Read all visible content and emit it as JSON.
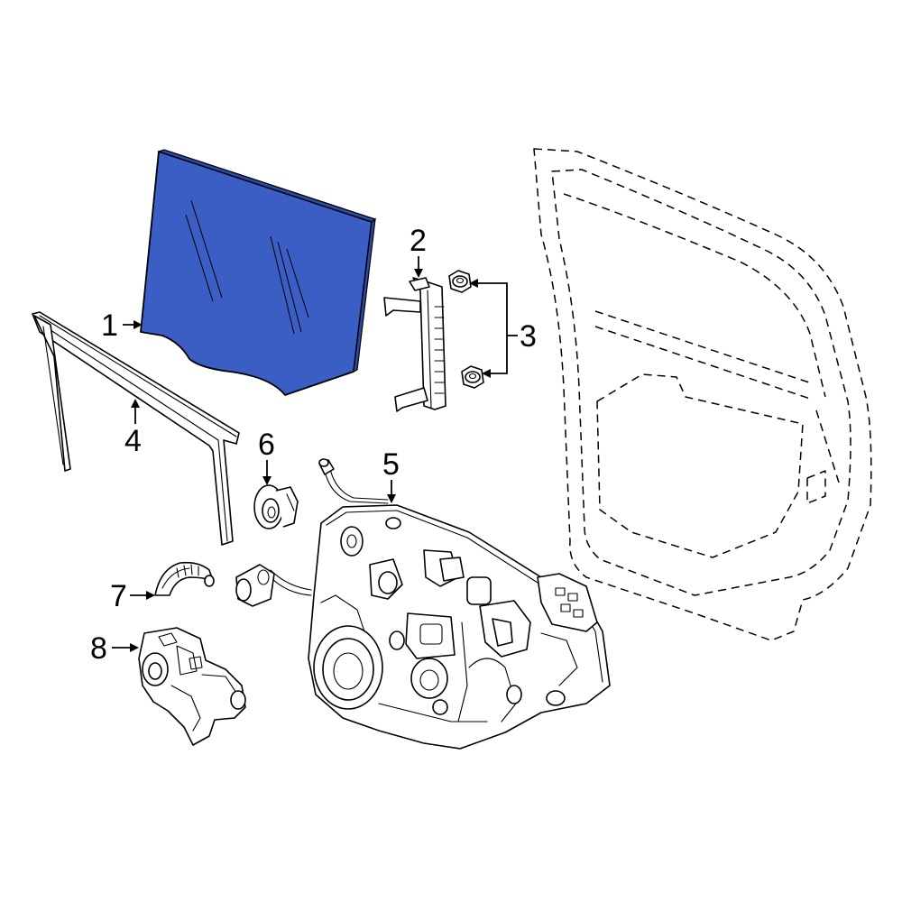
{
  "colors": {
    "highlight": "#3a5ec3",
    "line": "#000000",
    "background": "#ffffff"
  },
  "callouts": {
    "c1": "1",
    "c2": "2",
    "c3": "3",
    "c4": "4",
    "c5": "5",
    "c6": "6",
    "c7": "7",
    "c8": "8"
  }
}
